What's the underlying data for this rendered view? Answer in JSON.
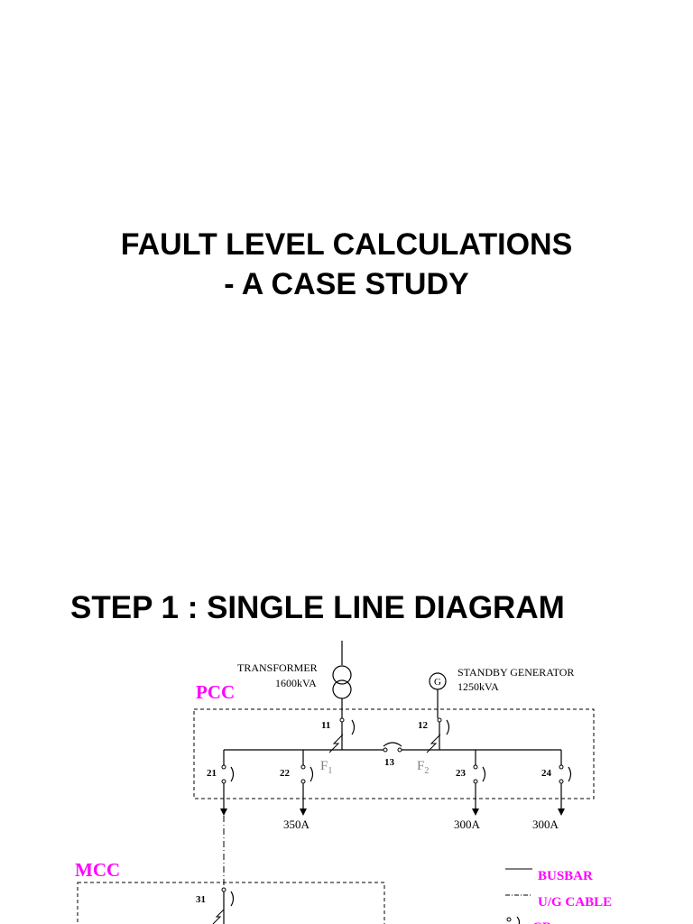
{
  "slide1": {
    "title_line1": "FAULT LEVEL CALCULATIONS",
    "title_line2": "- A CASE STUDY"
  },
  "slide2": {
    "heading": "STEP 1 : SINGLE LINE DIAGRAM",
    "diagram": {
      "transformer": {
        "label": "TRANSFORMER",
        "rating": "1600kVA"
      },
      "generator": {
        "symbol": "G",
        "label": "STANDBY GENERATOR",
        "rating": "1250kVA"
      },
      "panels": {
        "pcc": "PCC",
        "mcc": "MCC"
      },
      "breakers": {
        "b11": "11",
        "b12": "12",
        "b13": "13",
        "b21": "21",
        "b22": "22",
        "b23": "23",
        "b24": "24",
        "b31": "31"
      },
      "faults": {
        "f1": "F",
        "f1_sub": "1",
        "f2": "F",
        "f2_sub": "2"
      },
      "loads": {
        "l22": "350A",
        "l23": "300A",
        "l24": "300A"
      },
      "legend": {
        "busbar": "BUSBAR",
        "cable": "U/G CABLE",
        "cb": "CB"
      },
      "colors": {
        "panel_label": "#ff00ff",
        "fault_label": "#808080",
        "line": "#000000"
      }
    }
  }
}
